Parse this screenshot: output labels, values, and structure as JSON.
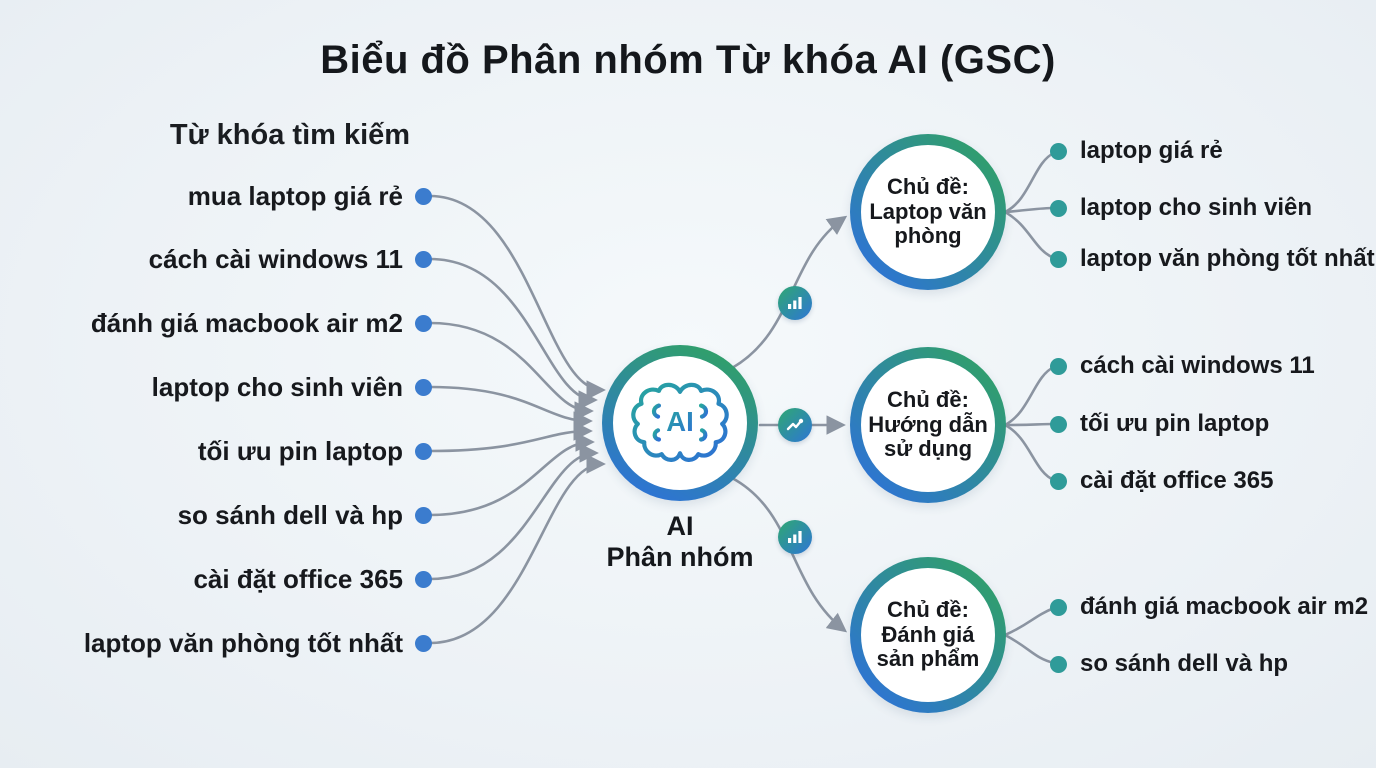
{
  "title": "Biểu đồ Phân nhóm Từ khóa AI (GSC)",
  "left_panel": {
    "header": "Từ khóa tìm kiếm",
    "keywords": [
      "mua laptop giá rẻ",
      "cách cài windows 11",
      "đánh giá macbook air m2",
      "laptop cho sinh viên",
      "tối ưu pin laptop",
      "so sánh dell và hp",
      "cài đặt office 365",
      "laptop văn phòng tốt nhất"
    ]
  },
  "center_node": {
    "icon": "ai-brain-icon",
    "icon_text": "AI",
    "label_line1": "AI",
    "label_line2": "Phân nhóm"
  },
  "clusters": [
    {
      "prefix": "Chủ đề:",
      "name": "Laptop văn phòng",
      "icon": "bar-chart-icon",
      "keywords": [
        "laptop giá rẻ",
        "laptop cho sinh viên",
        "laptop văn phòng tốt nhất"
      ]
    },
    {
      "prefix": "Chủ đề:",
      "name": "Hướng dẫn sử dụng",
      "icon": "trend-line-icon",
      "keywords": [
        "cách cài windows 11",
        "tối ưu pin laptop",
        "cài đặt office 365"
      ]
    },
    {
      "prefix": "Chủ đề:",
      "name": "Đánh giá sản phẩm",
      "icon": "bar-chart-icon",
      "keywords": [
        "đánh giá macbook air m2",
        "so sánh dell và hp"
      ]
    }
  ],
  "colors": {
    "background": "#eef3f7",
    "node_gradient_green": "#30a166",
    "node_gradient_blue": "#2e72d8",
    "keyword_dot_blue": "#3b7cce",
    "cluster_dot_teal": "#2f9b99",
    "connector_gray": "#8b94a1",
    "text": "#17191d"
  }
}
